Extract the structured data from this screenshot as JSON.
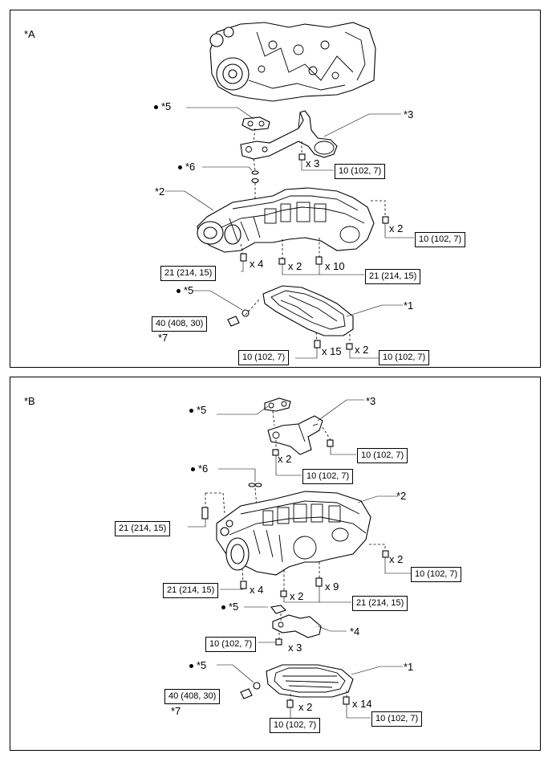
{
  "panel_a": {
    "label": "*A",
    "callouts": {
      "c1": "*1",
      "c2": "*2",
      "c3": "*3",
      "c5a": "*5",
      "c5b": "*5",
      "c6": "*6",
      "c7": "*7"
    },
    "qty": {
      "q3": "x 3",
      "q2_right": "x 2",
      "q4": "x 4",
      "q2_mid": "x 2",
      "q10": "x 10",
      "q15": "x 15",
      "q2_pan": "x 2"
    },
    "torque": {
      "t_pipe": "10 (102, 7)",
      "t_right": "10 (102, 7)",
      "t_left": "21 (214, 15)",
      "t_mid": "21 (214, 15)",
      "t_plug": "40 (408, 30)",
      "t_pan15": "10 (102, 7)",
      "t_pan2": "10 (102, 7)"
    }
  },
  "panel_b": {
    "label": "*B",
    "callouts": {
      "c1": "*1",
      "c2": "*2",
      "c3": "*3",
      "c4": "*4",
      "c5a": "*5",
      "c5b": "*5",
      "c5c": "*5",
      "c6": "*6",
      "c7": "*7"
    },
    "qty": {
      "q2_pipe": "x 2",
      "q2_right": "x 2",
      "q4": "x 4",
      "q2_mid": "x 2",
      "q9": "x 9",
      "q3": "x 3",
      "q2_pan": "x 2",
      "q14": "x 14"
    },
    "torque": {
      "t_pipe_r": "10 (102, 7)",
      "t_pipe": "10 (102, 7)",
      "t_left_top": "21 (214, 15)",
      "t_right": "10 (102, 7)",
      "t_left": "21 (214, 15)",
      "t_mid": "21 (214, 15)",
      "t_baffle": "10 (102, 7)",
      "t_plug": "40 (408, 30)",
      "t_pan2": "10 (102, 7)",
      "t_pan14": "10 (102, 7)"
    }
  }
}
